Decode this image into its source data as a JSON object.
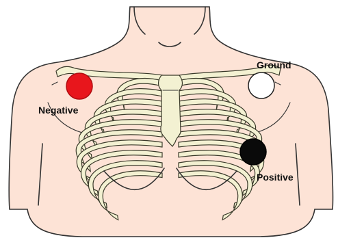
{
  "electrodes": [
    {
      "id": "negative",
      "label": "Negative",
      "color": "#e8161c",
      "edge": "#b00d10"
    },
    {
      "id": "ground",
      "label": "Ground",
      "color": "#ffffff",
      "edge": "#222222"
    },
    {
      "id": "positive",
      "label": "Positive",
      "color": "#0a0a0a",
      "edge": "#000000"
    }
  ],
  "colors": {
    "skin": "#fde3d6",
    "skin_outline": "#333333",
    "bone": "#f3f1d2",
    "bone_outline": "#3a3a2a"
  }
}
